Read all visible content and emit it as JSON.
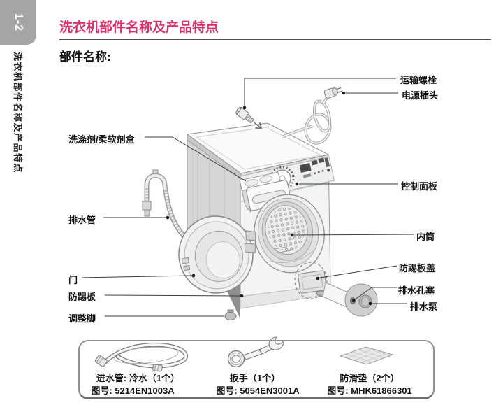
{
  "page": {
    "tab": "1-2",
    "sidebar_text": "洗衣机部件名称及产品特点",
    "title": "洗衣机部件名称及产品特点",
    "section_heading": "部件名称:",
    "accent_color": "#d9316b"
  },
  "diagram": {
    "labels": {
      "transport_bolt": "运输螺栓",
      "power_plug": "电源插头",
      "detergent_box": "洗涤剂/柔软剂盒",
      "control_panel": "控制面板",
      "drain_hose": "排水管",
      "inner_drum": "内筒",
      "door": "门",
      "kick_plate_cover": "防踢板盖",
      "kick_plate": "防踢板",
      "drain_hole_plug": "排水孔塞",
      "drain_pump": "排水泵",
      "adjustable_feet": "调整脚"
    }
  },
  "accessories": {
    "items": [
      {
        "icon": "inlet-hose-icon",
        "name": "进水管: 冷水（1个）",
        "part_no": "图号: 5214EN1003A"
      },
      {
        "icon": "wrench-icon",
        "name": "扳手（1个）",
        "part_no": "图号: 5054EN3001A"
      },
      {
        "icon": "anti-slip-pad-icon",
        "name": "防滑垫（2个）",
        "part_no": "图号: MHK61866301"
      }
    ]
  }
}
